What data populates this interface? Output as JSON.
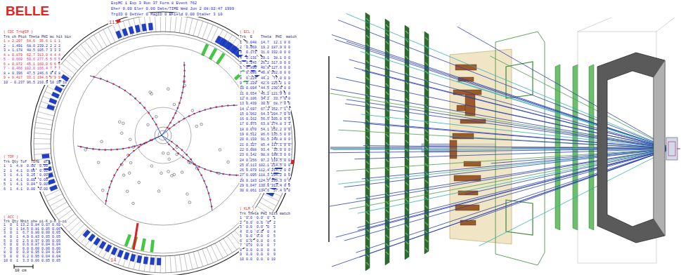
{
  "diagram": {
    "labels": [
      "BELLE",
      "ExpMC 1 Exp 3 Run 37 Form 8 Event 762",
      "Eher 0.00 Eler 0.00 Date/TIME Wed Jun 2 08:02:47 1999",
      "TrgID 0 DetVer 0 MagID 0 BField 0.00 DtaVer 3 10",
      "( CDC Trk@IP )",
      "Trk ch Ptot Theta PHI mc hit bin",
      "1 + 2.207  54.6  35.6 1 1 1",
      "2 - 1.491  68.0 239.2 2 2 2",
      "3 + 1.178  48.5 105.7 3 3 3",
      "4 + 0.879  62.7 313.0 4 4 4",
      "5 - 0.660  59.6 277.5 5 5 5",
      "6 + 0.872  45.1 160.0 6 6 6",
      "7 - 0.466 102.0 166.4 7 7 7",
      "8 + 0.396  47.5 246.6 8 8 8",
      "9 + 0.417  33.1 194.6 9 9 9",
      "10 - 0.237 96.5 210.9 10 10 10",
      "( TOF )",
      "Trk Qty Tof  TofE  dT",
      "1  1  4.8  0.00  0.00",
      "2  1  4.1  0.00  0.00",
      "3  1  4.1  0.26  0.00",
      "4  1  4.1  0.00  0.00",
      "5  1  4.1  0.04  0.00",
      "6  1  4.1  0.00  0.00",
      "( ACC )",
      "Trk Qty Nhit phe pi-K p-K p-pi",
      "1  0  1 13.2 0.84 0.07 0.60",
      "2  0  1 14.5 0.81 0.05 0.06",
      "3  0  1  6.7 0.80 0.00 0.05",
      "4  0  1  4.9 0.83 0.05 0.05",
      "5  0  0  2.5 0.97 0.95 0.05",
      "6  0  0  0.6 0.87 0.04 0.04",
      "7  0  0  0.0 0.00 0.00 0.00",
      "8  0  0  0.0 0.95 0.04 0.04",
      "9  0  0  0.2 0.95 0.04 0.04",
      "10 0  1  3.3 0.06 0.05 0.05",
      "( ECL )",
      "Trk  E    Theta  PHI  match",
      "1  0.048  14.7  12.1 0 0",
      "2  0.069  19.2 187.9 0 0",
      "3  0.171  31.0 332.0 0 0",
      "4  0.131  29.1  38.1 0 0",
      "5  0.145  26.2 317.0 0 0",
      "6  0.890  40.8 127.6 0 0",
      "7  0.086  40.8 262.0 0 0",
      "8  0.224  44.2  77.0 0 0",
      "9  0.228  42.6 225.2 1 0",
      "10 0.094  44.5 230.0 0 0",
      "11 0.654  46.2 121.9 0 0",
      "12 0.106  34.2  33.7 0 0",
      "13 0.439  38.0  68.7 0 0",
      "14 1.697  67.2 352.7 1 1",
      "15 0.062  64.3 204.7 0 0",
      "16 0.162  56.5 105.0 0 0",
      "17 0.975  63.8 274.8 3 3",
      "18 0.070  54.1 252.2 0 0",
      "19 0.512  86.6 135.5 0 0",
      "20 0.110  91.5 249.8 0 0",
      "21 0.327  85.4 117.1 0 0",
      "22 0.088  93.4  35.0 0 0",
      "23 0.142  98.8 188.3 0 0",
      "24 0.256  97.2 119.5 0 0",
      "25 0.113 102.1 214.5 0 0",
      "26 0.079 112.4 214.2 0 0",
      "27 0.095 118.3 294.2 0 0",
      "28 0.183 124.5 299.3 0 0",
      "29 0.047 130.8 313.4 0 0",
      "30 0.061 134.6  57.4 0 0",
      "( KLM )",
      "Trk Theta PHI hits match",
      "1  0.0  0.0  0  1",
      "2  0.0  0.0  0  2",
      "3  0.0  0.0  0  3",
      "4  0.0  0.0  0  4",
      "5  0.0  0.0  0  5",
      "6  0.0  0.0  0  6",
      "7  0.0  0.0  0  7",
      "8  0.0  0.0  0  8",
      "9  0.0  0.0  0  9",
      "10 0.0  0.0  0 10",
      "10 cm",
      "11",
      "14"
    ]
  }
}
